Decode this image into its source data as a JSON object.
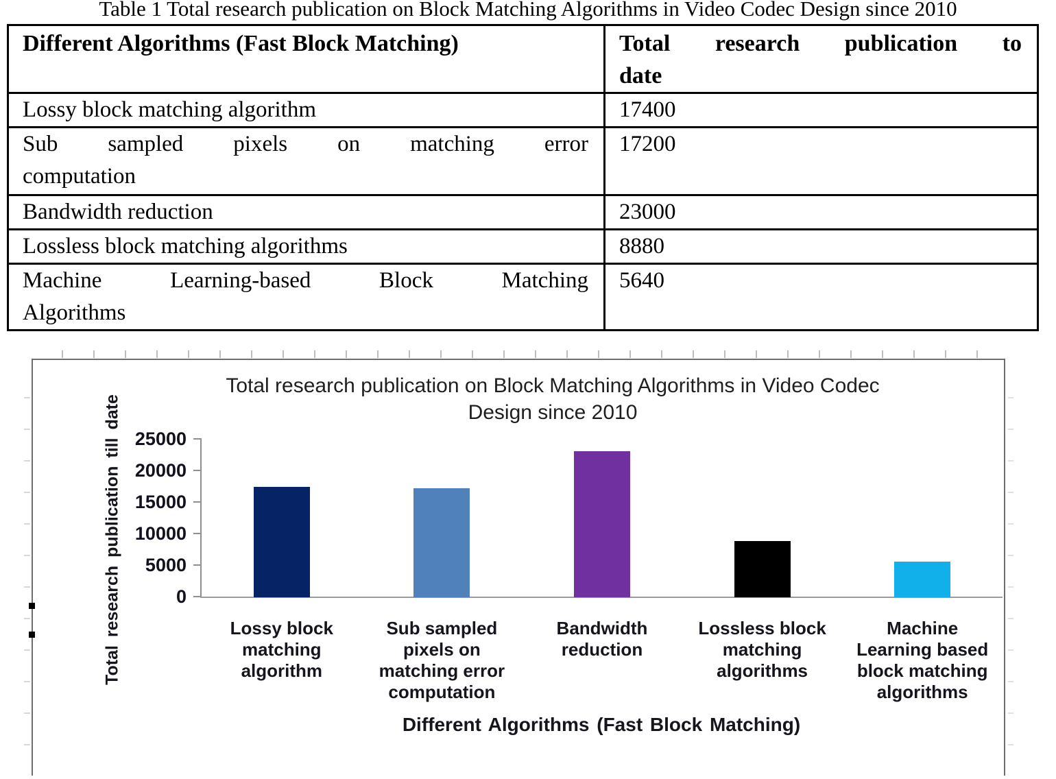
{
  "caption": "Table 1 Total research publication on Block Matching Algorithms in Video Codec Design since 2010",
  "table": {
    "headers": [
      {
        "lines": [
          "Different Algorithms (Fast Block Matching)"
        ]
      },
      {
        "lines": [
          "Total research publication to",
          "date"
        ]
      }
    ],
    "rows": [
      {
        "lines": [
          "Lossy block matching algorithm"
        ],
        "publications": "17400"
      },
      {
        "lines": [
          "Sub sampled pixels on matching error",
          "computation"
        ],
        "publications": "17200"
      },
      {
        "lines": [
          "Bandwidth reduction"
        ],
        "publications": "23000"
      },
      {
        "lines": [
          "Lossless block matching algorithms"
        ],
        "publications": "8880"
      },
      {
        "lines": [
          "Machine Learning-based Block Matching",
          "Algorithms"
        ],
        "publications": "5640"
      }
    ]
  },
  "figure": {
    "title_lines": [
      "Total research publication on Block Matching Algorithms in Video Codec",
      "Design since 2010"
    ]
  },
  "chart_data": {
    "type": "bar",
    "title": "Total research publication on Block Matching Algorithms in Video Codec Design since 2010",
    "xlabel": "Different Algorithms (Fast Block Matching)",
    "ylabel": "Total research publication till date",
    "categories": [
      "Lossy block matching algorithm",
      "Sub sampled pixels on matching error computation",
      "Bandwidth reduction",
      "Lossless block matching algorithms",
      "Machine Learning based block matching algorithms"
    ],
    "values": [
      17400,
      17200,
      23000,
      8880,
      5640
    ],
    "colors": [
      "#062365",
      "#5181bb",
      "#7030a0",
      "#000000",
      "#12b0ea"
    ],
    "ylim": [
      0,
      25000
    ],
    "ytick_step": 5000,
    "yticks": [
      "25000",
      "20000",
      "15000",
      "10000",
      "5000",
      "0"
    ],
    "grid": "off",
    "legend": "none"
  }
}
